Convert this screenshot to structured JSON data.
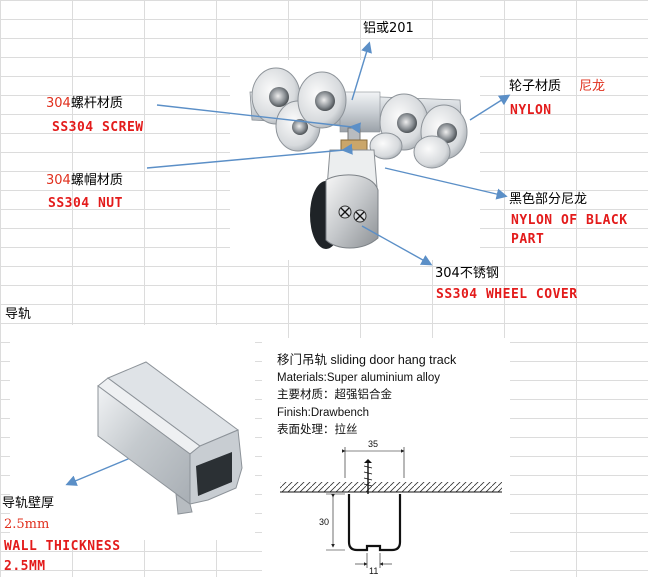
{
  "labels": {
    "top_material": "铝或201",
    "wheel_material_cn": "轮子材质",
    "wheel_material_cn_red": "尼龙",
    "wheel_material_en": "NYLON",
    "screw_num": "304",
    "screw_cn": "螺杆材质",
    "screw_en": "SS304 SCREW",
    "nut_num": "304",
    "nut_cn": "螺帽材质",
    "nut_en": "SS304 NUT",
    "black_cn": "黑色部分尼龙",
    "black_en_1": "NYLON OF BLACK",
    "black_en_2": "PART",
    "cover_cn": "304不锈钢",
    "cover_en": "SS304 WHEEL COVER",
    "track_title": "导轨",
    "wall_cn": "导轨壁厚",
    "wall_mm": "2.5mm",
    "wall_en_1": "WALL THICKNESS",
    "wall_en_2": "2.5MM"
  },
  "spec": {
    "title": "移门吊轨  sliding door hang track",
    "materials": "Materials:Super aluminium alloy",
    "materials_cn": "主要材质：超强铝合金",
    "finish": "Finish:Drawbench",
    "finish_cn": "表面处理：拉丝"
  },
  "dimensions": {
    "width": "35",
    "height": "30",
    "gap": "11"
  },
  "colors": {
    "label_red": "#e31b1b",
    "arrow": "#5b8fc7",
    "grid": "#dcdcdc"
  }
}
